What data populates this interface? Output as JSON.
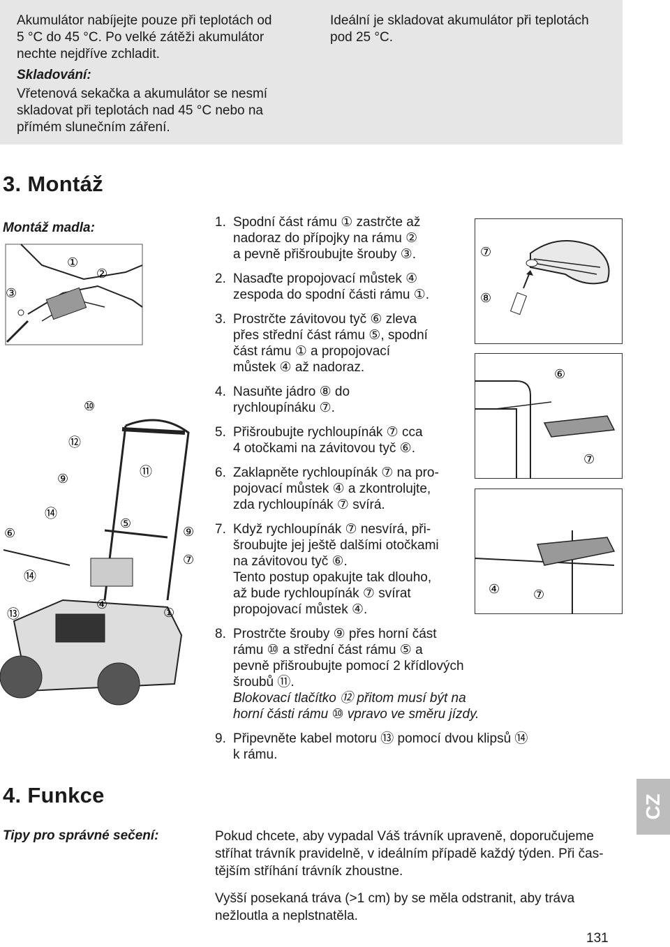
{
  "storage_box": {
    "left": [
      "Akumulátor nabíjejte pouze při teplotách od",
      "5 °C do 45 °C. Po velké zátěži akumulátor",
      "nechte nejdříve zchladit."
    ],
    "storage_heading": "Skladování:",
    "storage_text": [
      "Vřetenová sekačka a akumulátor se nesmí",
      "skladovat při teplotách nad 45 °C nebo na",
      "přímém slunečním záření."
    ],
    "right": [
      "Ideální je skladovat akumulátor při teplotách",
      "pod 25 °C."
    ]
  },
  "section3": {
    "title": "3. Montáž",
    "side_label": "Montáž madla:",
    "steps": [
      {
        "num": "1.",
        "lines": [
          "Spodní část rámu ① zastrčte až",
          "nadoraz do přípojky na rámu ②",
          "a pevně přišroubujte šrouby ③."
        ]
      },
      {
        "num": "2.",
        "lines": [
          "Nasaďte propojovací můstek ④",
          "zespoda do spodní části rámu ①."
        ]
      },
      {
        "num": "3.",
        "lines": [
          "Prostrčte závitovou tyč ⑥ zleva",
          "přes střední část rámu ⑤, spodní",
          "část rámu ① a propojovací",
          "můstek ④ až nadoraz."
        ]
      },
      {
        "num": "4.",
        "lines": [
          "Nasuňte jádro ⑧ do",
          "rychloupínáku ⑦."
        ]
      },
      {
        "num": "5.",
        "lines": [
          "Přišroubujte rychloupínák ⑦ cca",
          "4 otočkami na závitovou tyč ⑥."
        ]
      },
      {
        "num": "6.",
        "lines": [
          "Zaklapněte rychloupínák ⑦ na pro-",
          "pojovací můstek ④ a zkontrolujte,",
          "zda rychloupínák ⑦ svírá."
        ]
      },
      {
        "num": "7.",
        "lines": [
          "Když rychloupínák ⑦ nesvírá, při-",
          "šroubujte jej ještě dalšími otočkami",
          "na závitovou tyč ⑥.",
          "Tento postup opakujte tak dlouho,",
          "až bude rychloupínák ⑦ svírat",
          "propojovací můstek ④."
        ]
      },
      {
        "num": "8.",
        "lines": [
          "Prostrčte šrouby ⑨ přes horní část",
          "rámu ⑩ a střední část rámu ⑤ a",
          "pevně přišroubujte pomocí 2 křídlových",
          "šroubů ⑪."
        ],
        "italic_lines": [
          "Blokovací tlačítko ⑫ přitom musí být na",
          "horní části rámu ⑩ vpravo ve směru jízdy."
        ]
      },
      {
        "num": "9.",
        "lines": [
          "Připevněte kabel motoru ⑬ pomocí dvou klipsů ⑭",
          "k rámu."
        ]
      }
    ],
    "figure_labels": {
      "top_left": [
        "①",
        "②",
        "③"
      ],
      "mower": [
        "⑩",
        "⑫",
        "⑪",
        "⑨",
        "⑭",
        "⑤",
        "⑨",
        "⑥",
        "⑦",
        "⑭",
        "④",
        "①",
        "⑬"
      ],
      "right_top": [
        "⑦",
        "⑧"
      ],
      "right_mid": [
        "⑥",
        "⑦"
      ],
      "right_bottom": [
        "④",
        "⑦"
      ]
    }
  },
  "section4": {
    "title": "4. Funkce",
    "side_label": "Tipy pro správné sečení:",
    "paragraphs": [
      [
        "Pokud chcete, aby vypadal Váš trávník upraveně, doporučujeme",
        "stříhat trávník pravidelně, v ideálním případě každý týden. Při čas-",
        "tějším stříhání trávník zhoustne."
      ],
      [
        "Vyšší posekaná tráva (>1 cm) by se měla odstranit, aby tráva",
        "nežloutla a neplstnatěla."
      ]
    ]
  },
  "tab": "CZ",
  "page_number": "131"
}
